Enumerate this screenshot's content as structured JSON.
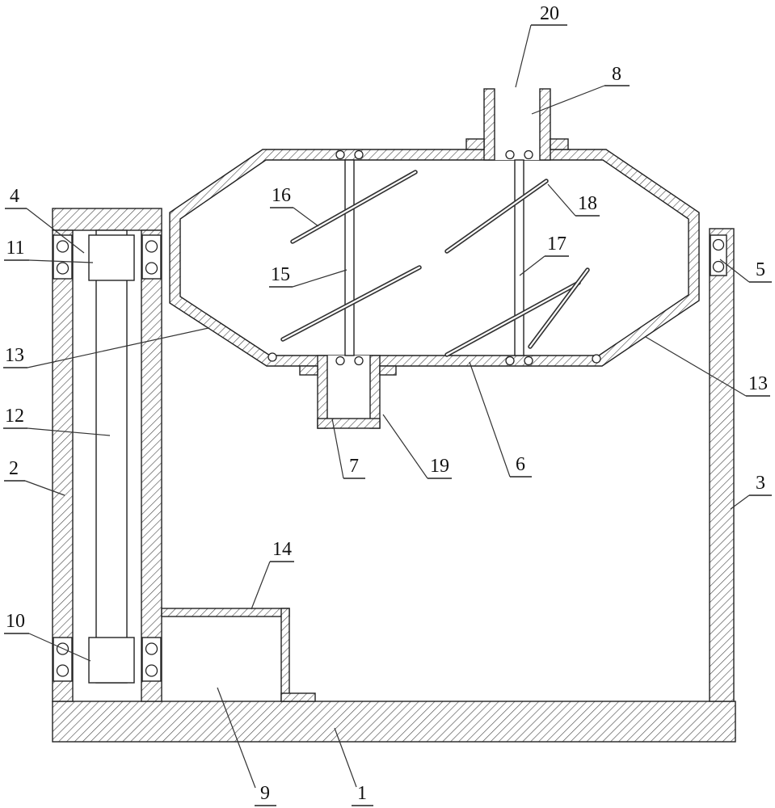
{
  "figure": {
    "labels": [
      "20",
      "8",
      "4",
      "11",
      "5",
      "16",
      "18",
      "15",
      "17",
      "13",
      "13",
      "12",
      "2",
      "3",
      "7",
      "19",
      "6",
      "14",
      "10",
      "9",
      "1"
    ]
  },
  "colors": {
    "line": "#222222",
    "hatch": "#444444",
    "label_text": "#111111",
    "background": "#ffffff"
  }
}
